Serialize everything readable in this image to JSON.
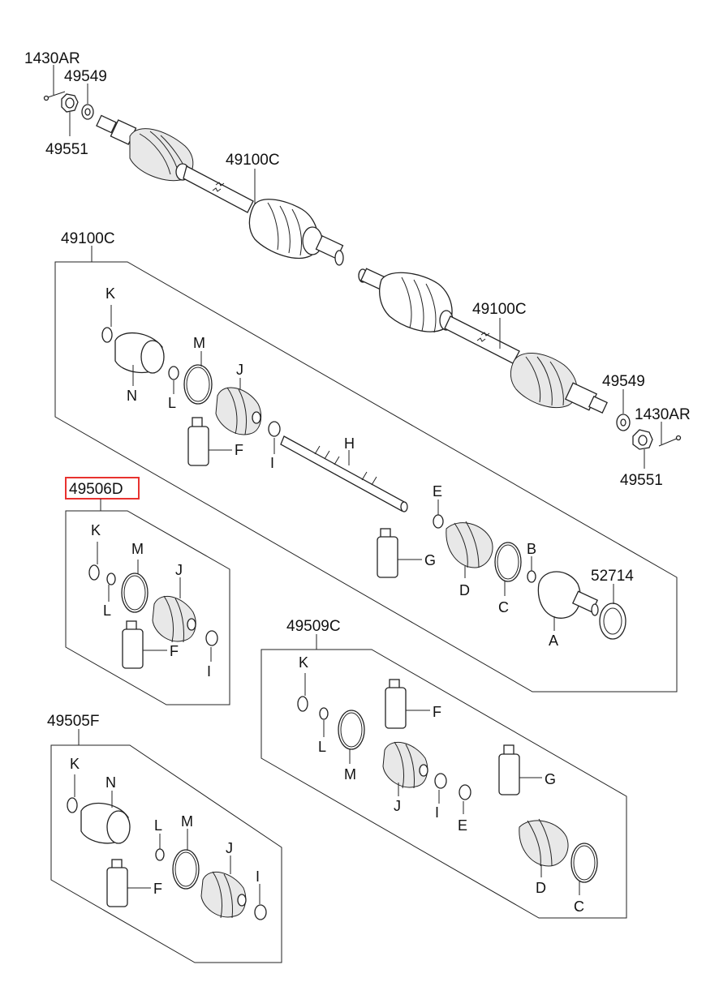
{
  "labels": {
    "top_pin": "1430AR",
    "top_washer": "49549",
    "top_nut": "49551",
    "upper_shaft": "49100C",
    "kit_main": "49100C",
    "lower_shaft": "49100C",
    "right_washer": "49549",
    "right_pin": "1430AR",
    "right_nut": "49551",
    "kit_highlight": "49506D",
    "kit_inner": "49509C",
    "kit_outer": "49505F",
    "sensor_ring": "52714"
  },
  "letters": {
    "A": "A",
    "B": "B",
    "C": "C",
    "D": "D",
    "E": "E",
    "F": "F",
    "G": "G",
    "H": "H",
    "I": "I",
    "J": "J",
    "K": "K",
    "L": "L",
    "M": "M",
    "N": "N"
  },
  "colors": {
    "highlight": "#e8322f",
    "line": "#222222"
  }
}
